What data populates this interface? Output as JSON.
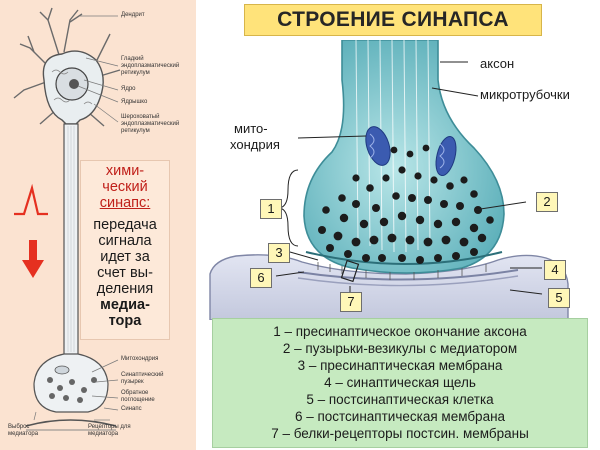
{
  "title": "СТРОЕНИЕ СИНАПСА",
  "neuron_labels": {
    "dendrite": "Дендрит",
    "smooth_er": "Гладкий эндоплазматический ретикулум",
    "nucleus": "Ядро",
    "nucleolus": "Ядрышко",
    "rough_er": "Шероховатый эндоплазматический ретикулум",
    "mitochondria": "Митохондрия",
    "vesicle": "Синаптический пузырек",
    "reuptake": "Обратное поглощение",
    "synapse": "Синапс",
    "release": "Выброс медиатора",
    "receptors": "Рецепторы для медиатора"
  },
  "chemical_synapse": {
    "lines": [
      "хими-",
      "ческий",
      "синапс:",
      "передача",
      "сигнала",
      "идет за",
      "счет вы-",
      "деления"
    ],
    "bold_lines": [
      "медиа-",
      "тора"
    ]
  },
  "diagram_labels": {
    "axon": "аксон",
    "microtubules": "микротрубочки",
    "mitochondria_1": "мито-",
    "mitochondria_2": "хондрия"
  },
  "tags": [
    "1",
    "2",
    "3",
    "4",
    "5",
    "6",
    "7"
  ],
  "legend": [
    "1 – пресинаптическое окончание аксона",
    "2 – пузырьки-везикулы с медиатором",
    "3 – пресинаптическая мембрана",
    "4 – синаптическая щель",
    "5 – постсинаптическая клетка",
    "6 – постсинаптическая мембрана",
    "7 – белки-рецепторы постсин. мембраны"
  ],
  "colors": {
    "title_bg": "#ffe37a",
    "legend_bg": "#c6eac0",
    "left_bg": "#fbe3d1",
    "signal_red": "#e53020",
    "bouton_fill": "#7ec9cf",
    "post_fill": "#d3d7ea"
  }
}
